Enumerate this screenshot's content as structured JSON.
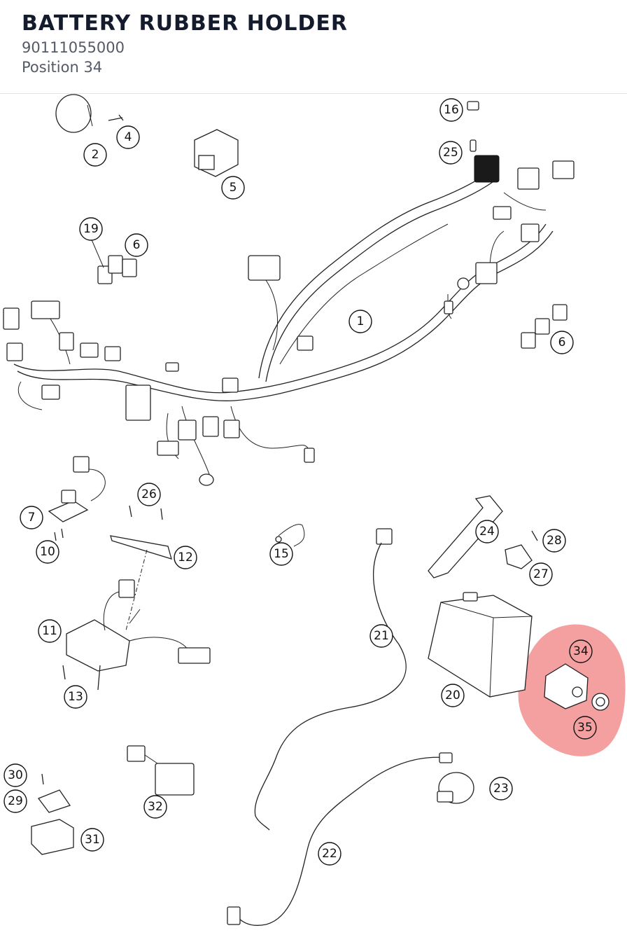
{
  "header": {
    "title": "BATTERY RUBBER HOLDER",
    "part_number": "90111055000",
    "position": "Position 34"
  },
  "highlight": {
    "color": "#f08080",
    "positions": [
      "34",
      "35"
    ]
  },
  "callouts": [
    "1",
    "2",
    "4",
    "5",
    "6",
    "6",
    "7",
    "10",
    "11",
    "12",
    "13",
    "15",
    "16",
    "19",
    "20",
    "21",
    "22",
    "23",
    "24",
    "25",
    "26",
    "27",
    "28",
    "29",
    "30",
    "31",
    "32",
    "34",
    "35"
  ]
}
